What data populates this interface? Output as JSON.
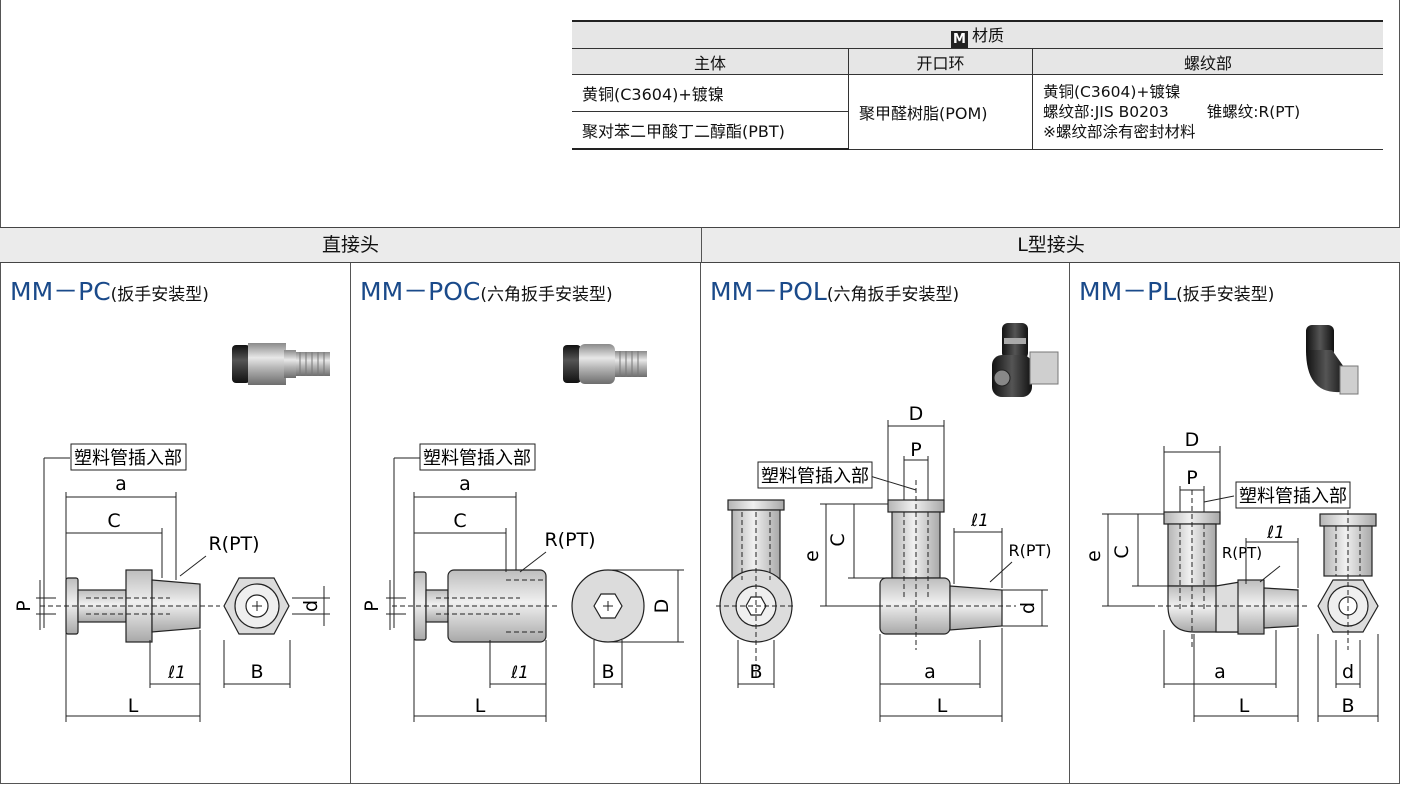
{
  "material": {
    "caption_badge": "M",
    "caption": "材质",
    "headers": [
      "主体",
      "开口环",
      "螺纹部"
    ],
    "body_rows": [
      "黄铜(C3604)+镀镍",
      "聚对苯二甲酸丁二醇酯(PBT)"
    ],
    "ring": "聚甲醛树脂(POM)",
    "thread": {
      "line1": "黄铜(C3604)+镀镍",
      "line2a": "螺纹部:JIS B0203",
      "line2b": "锥螺纹:R(PT)",
      "line3": "※螺纹部涂有密封材料"
    }
  },
  "sections": {
    "straight": "直接头",
    "elbow": "L型接头"
  },
  "products": [
    {
      "model": "MM－PC",
      "desc": "(扳手安装型)"
    },
    {
      "model": "MM－POC",
      "desc": "(六角扳手安装型)"
    },
    {
      "model": "MM－POL",
      "desc": "(六角扳手安装型)"
    },
    {
      "model": "MM－PL",
      "desc": "(扳手安装型)"
    }
  ],
  "labels": {
    "insert": "塑料管插入部",
    "a": "a",
    "C": "C",
    "P": "P",
    "L": "L",
    "B": "B",
    "D": "D",
    "d": "d",
    "e": "e",
    "l1": "ℓ1",
    "thread": "R(PT)"
  },
  "colors": {
    "title_blue": "#1a4a8a",
    "header_gray": "#e6e6e6"
  }
}
